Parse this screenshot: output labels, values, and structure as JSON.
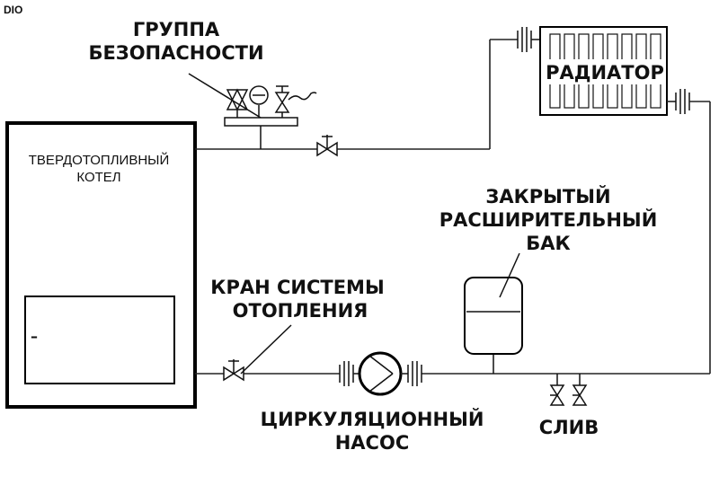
{
  "watermark": "DIO",
  "labels": {
    "safety_group": [
      "ГРУППА",
      "БЕЗОПАСНОСТИ"
    ],
    "boiler": [
      "ТВЕРДОТОПЛИВНЫЙ",
      "КОТЕЛ"
    ],
    "radiator": "РАДИАТОР",
    "expansion_tank": [
      "ЗАКРЫТЫЙ",
      "РАСШИРИТЕЛЬНЫЙ",
      "БАК"
    ],
    "heating_valve": [
      "КРАН СИСТЕМЫ",
      "ОТОПЛЕНИЯ"
    ],
    "pump": [
      "ЦИРКУЛЯЦИОННЫЙ",
      "НАСОС"
    ],
    "drain": "СЛИВ",
    "firebox_mark": "–"
  },
  "colors": {
    "line": "#111111",
    "background": "#ffffff"
  }
}
